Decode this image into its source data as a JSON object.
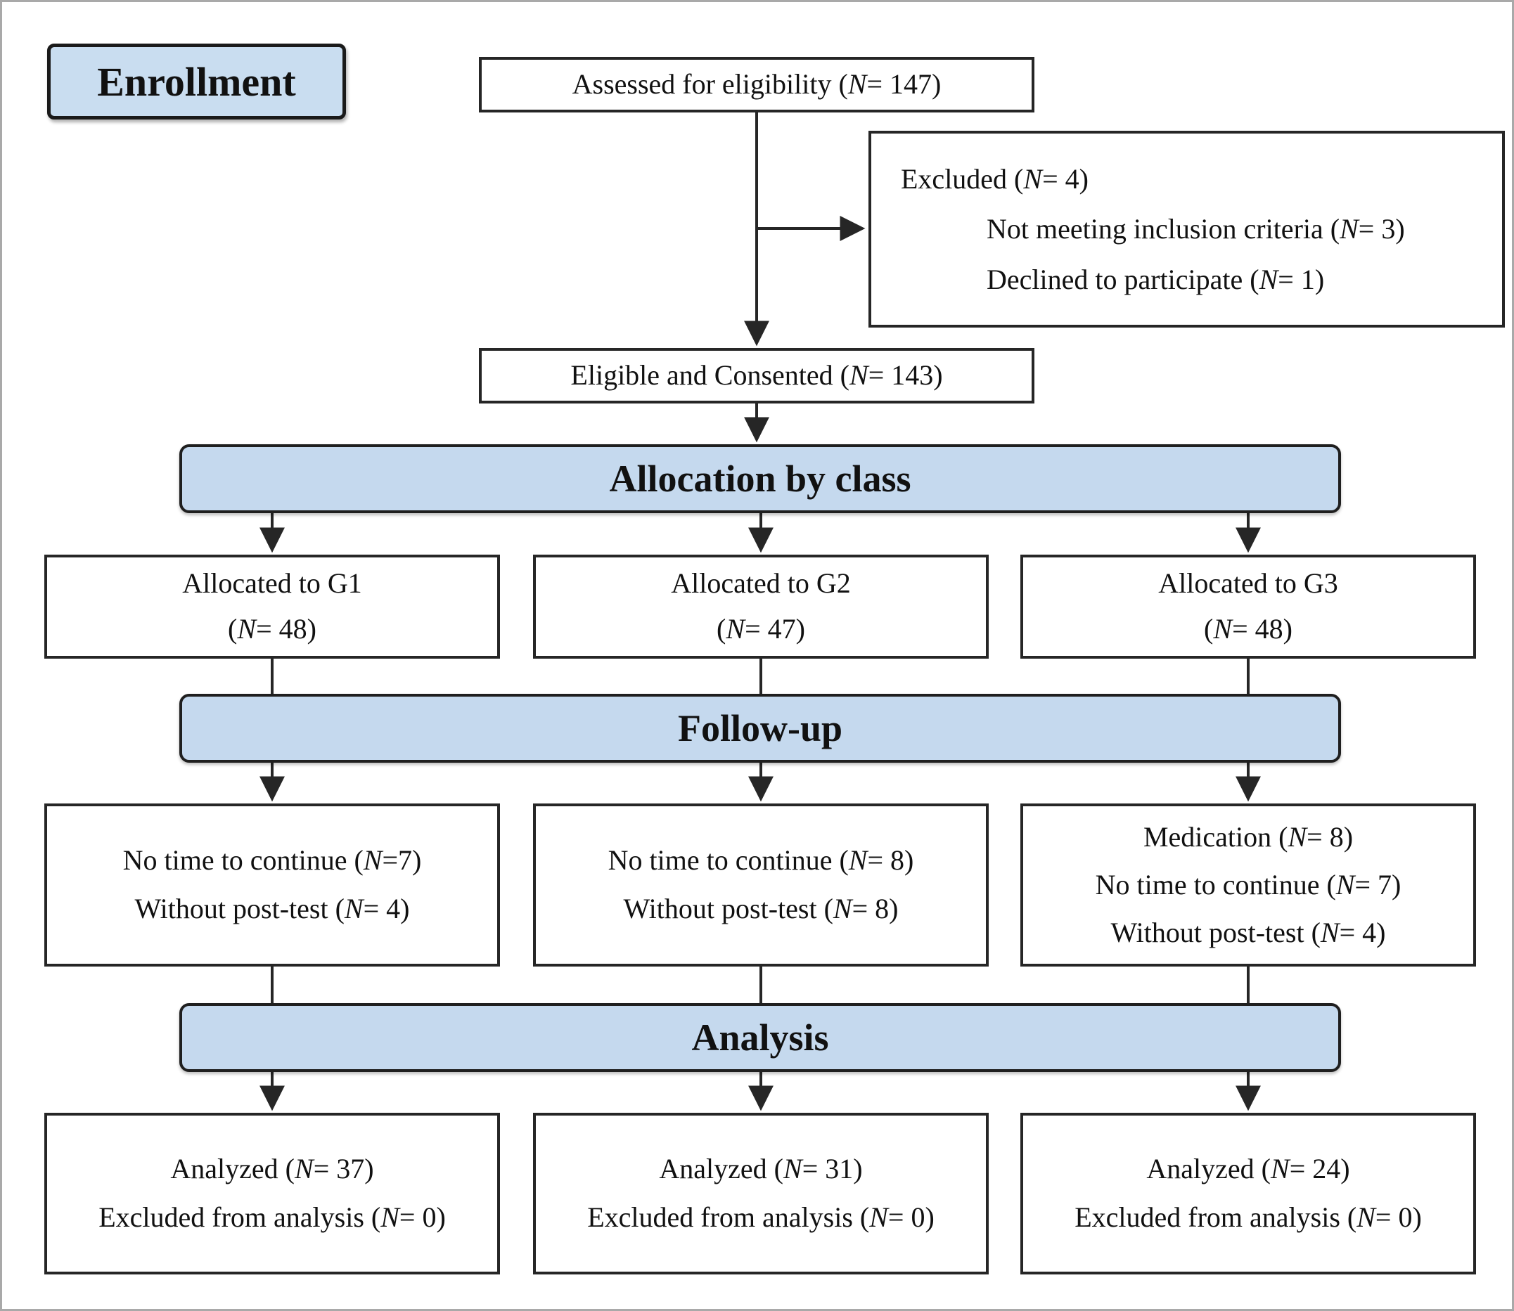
{
  "colors": {
    "banner_fill": "#c5d9ee",
    "enrollment_fill": "#c9ddf0",
    "box_border": "#262626",
    "connector": "#262626"
  },
  "enrollment_label": "Enrollment",
  "top": {
    "assessed": "Assessed for eligibility (N= 147)",
    "excluded": {
      "title": "Excluded (N= 4)",
      "reasons": [
        "Not meeting inclusion criteria (N= 3)",
        "Declined to participate (N= 1)"
      ]
    },
    "eligible": "Eligible and Consented (N= 143)"
  },
  "banners": {
    "allocation": "Allocation by class",
    "followup": "Follow-up",
    "analysis": "Analysis"
  },
  "allocation_boxes": [
    {
      "group": "G1",
      "lines": [
        "Allocated to G1",
        "(N= 48)"
      ]
    },
    {
      "group": "G2",
      "lines": [
        "Allocated to G2",
        "(N= 47)"
      ]
    },
    {
      "group": "G3",
      "lines": [
        "Allocated to G3",
        "(N= 48)"
      ]
    }
  ],
  "followup_boxes": [
    {
      "group": "G1",
      "lines": [
        "No time to continue (N=7)",
        "Without post-test (N= 4)"
      ]
    },
    {
      "group": "G2",
      "lines": [
        "No time to continue (N= 8)",
        "Without post-test (N= 8)"
      ]
    },
    {
      "group": "G3",
      "lines": [
        "Medication (N= 8)",
        "No time to continue (N= 7)",
        "Without post-test (N= 4)"
      ]
    }
  ],
  "analysis_boxes": [
    {
      "group": "G1",
      "lines": [
        "Analyzed (N= 37)",
        "Excluded from analysis (N= 0)"
      ]
    },
    {
      "group": "G2",
      "lines": [
        "Analyzed (N= 31)",
        "Excluded from analysis (N= 0)"
      ]
    },
    {
      "group": "G3",
      "lines": [
        "Analyzed (N= 24)",
        "Excluded from analysis (N= 0)"
      ]
    }
  ]
}
